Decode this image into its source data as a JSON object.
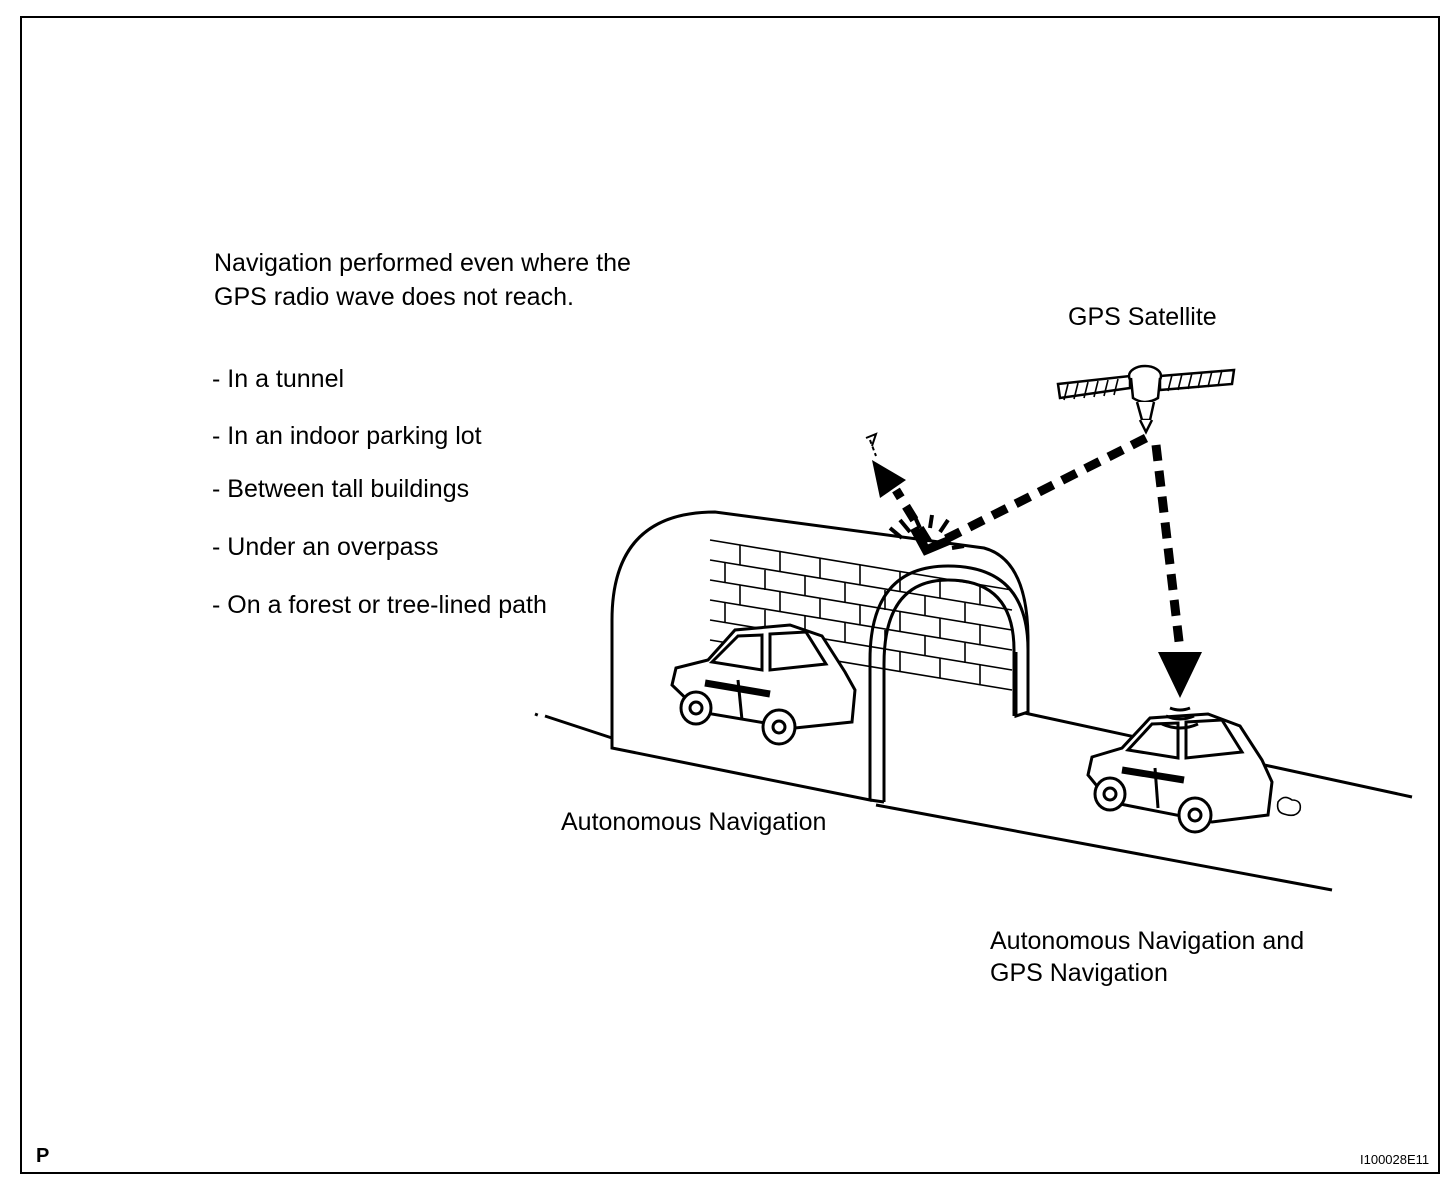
{
  "heading": {
    "line1": "Navigation performed even where the",
    "line2": "GPS radio wave does not reach."
  },
  "conditions": [
    "- In a tunnel",
    "- In an indoor parking lot",
    "- Between tall buildings",
    "- Under an overpass",
    "- On a forest or tree-lined path"
  ],
  "labels": {
    "satellite": "GPS Satellite",
    "car_in_tunnel": "Autonomous Navigation",
    "car_outside_line1": "Autonomous Navigation and",
    "car_outside_line2": "GPS Navigation"
  },
  "corner_letter": "P",
  "figure_code": "I100028E11",
  "icons": [
    "satellite-icon",
    "tunnel-icon",
    "car-icon",
    "signal-arrow-icon"
  ]
}
